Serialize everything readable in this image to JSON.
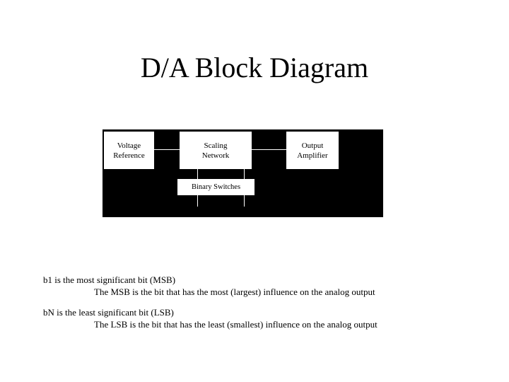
{
  "slide": {
    "title": "D/A Block Diagram"
  },
  "diagram": {
    "blocks": {
      "voltage_reference": "Voltage\nReference",
      "scaling_network": "Scaling\nNetwork",
      "output_amplifier": "Output\nAmplifier",
      "binary_switches": "Binary Switches"
    }
  },
  "notes": {
    "msb_line": "b1 is the most significant bit (MSB)",
    "msb_detail": "The MSB is the bit that has the most (largest) influence on the analog output",
    "lsb_line": "bN is the least significant bit (LSB)",
    "lsb_detail": "The LSB is the bit that has the least (smallest) influence on the analog output"
  }
}
